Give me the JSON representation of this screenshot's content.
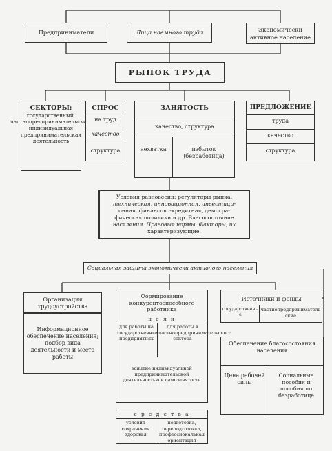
{
  "top": {
    "entrepreneurs": "Предприниматели",
    "employees": "Лица наемного труда",
    "active_population": "Экономически активное население"
  },
  "market": "РЫНОК ТРУДА",
  "sectors": {
    "title": "СЕКТОРЫ:",
    "text": "государственный, частнопредпринимательский, индивидуальная предпринимательская деятельность"
  },
  "demand": {
    "title": "СПРОС",
    "row1": "на труд",
    "row2": "качество",
    "row3": "структура"
  },
  "employment": {
    "title": "ЗАНЯТОСТЬ",
    "row1": "качество, структура",
    "shortage": "нехватка",
    "surplus": "избыток (безработица)"
  },
  "supply": {
    "title": "ПРЕДЛОЖЕНИЕ",
    "row1": "труда",
    "row2": "качество",
    "row3": "структура"
  },
  "equilibrium": {
    "line1": "Условия равновесия: регуляторы рынка,",
    "line2": "техническая, инновационная, инвестици-",
    "line3": "онная, финансово-кредитная, демогра-",
    "line4": "фическая политики и др. Благосостояние",
    "line5": "населения. Правовые нормы. Факторы, их",
    "line6": "характеризующие."
  },
  "social": "Социальная защита экономически активного населения",
  "org": {
    "title": "Организация трудоустройства",
    "text": "Информационное обеспечение населения; подбор вида деятельности и места работы"
  },
  "formation": {
    "title": "Формирование конкурентоспособного работника",
    "goals": "ц е л и",
    "goal1": "для работы на государственных предприятиях",
    "goal2": "для работы в частнопредпринимательского сектора",
    "goal3": "занятие индивидуальной предпринимательской деятельностью и самозанятость",
    "means": "с р е д с т в а",
    "mean1": "условия сохранения здоровья",
    "mean2": "подготовка, переподготовка, профессиональная ориентация"
  },
  "sources": {
    "title": "Источники и фонды",
    "state": "государственные",
    "private": "частнопредпринимательские"
  },
  "welfare": {
    "title": "Обеспечение благосостояния населения",
    "price": "Цена рабочей силы",
    "benefits": "Социальные пособия и пособия по безработице"
  }
}
